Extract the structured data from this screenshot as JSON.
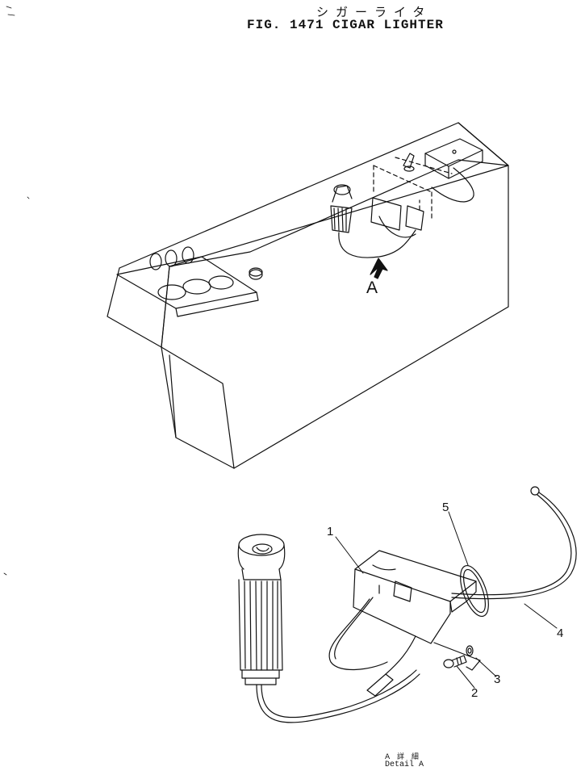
{
  "title": {
    "japanese": "シガーライタ",
    "english": "FIG. 1471  CIGAR LIGHTER"
  },
  "view_callout": "A",
  "part_numbers": [
    "1",
    "2",
    "3",
    "4",
    "5"
  ],
  "detail": {
    "japanese": "A 詳 細",
    "english": "Detail  A"
  }
}
